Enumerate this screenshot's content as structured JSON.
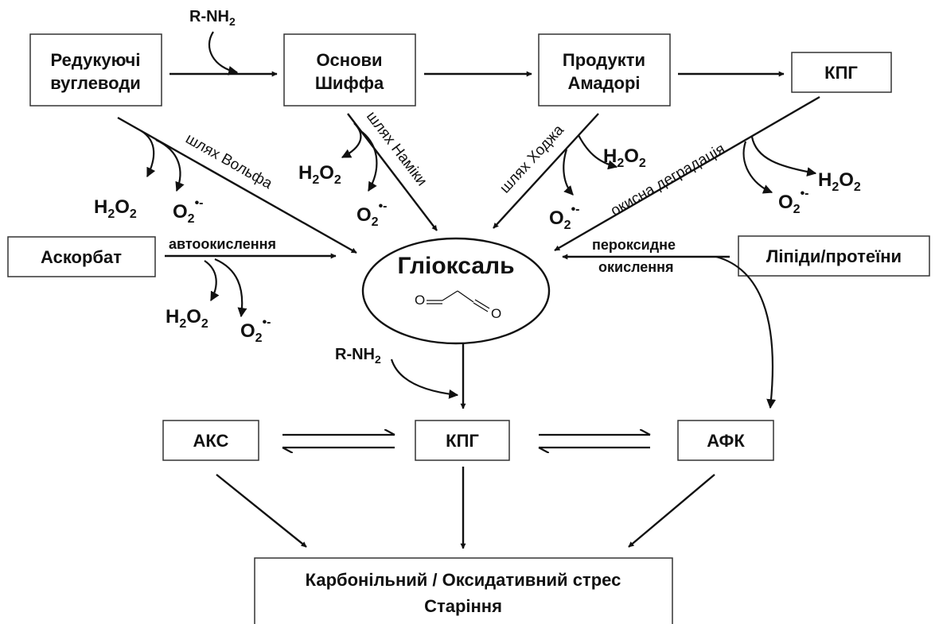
{
  "nodes": {
    "reducing_sugars": [
      "Редукуючі",
      "вуглеводи"
    ],
    "schiff_bases": [
      "Основи",
      "Шиффа"
    ],
    "amadori_products": [
      "Продукти",
      "Амадорі"
    ],
    "kpg_top": "КПГ",
    "ascorbate": "Аскорбат",
    "glyoxal": "Гліоксаль",
    "lipids_proteins": "Ліпіди/протеїни",
    "aks": "АКС",
    "kpg_mid": "КПГ",
    "afk": "АФК",
    "stress": [
      "Карбонільний / Оксидативний стрес",
      "Старіння"
    ]
  },
  "reagents": {
    "r_nh2": "R-NH",
    "nh2_sub": "2",
    "h2o2": {
      "h": "H",
      "sub1": "2",
      "o": "O",
      "sub2": "2"
    },
    "o2_radical": {
      "o": "O",
      "sub": "2",
      "sup": "•-"
    }
  },
  "pathway_labels": {
    "wolf": "шлях Вольфа",
    "namiki": "шлях Наміки",
    "hodge": "шлях Ходжа",
    "oxidative_degradation": "окисна деградація",
    "autooxidation": "автоокислення",
    "peroxidation": [
      "пероксидне",
      "окислення"
    ]
  },
  "glyoxal_structure": {
    "atom_left": "O",
    "atom_right": "O"
  }
}
